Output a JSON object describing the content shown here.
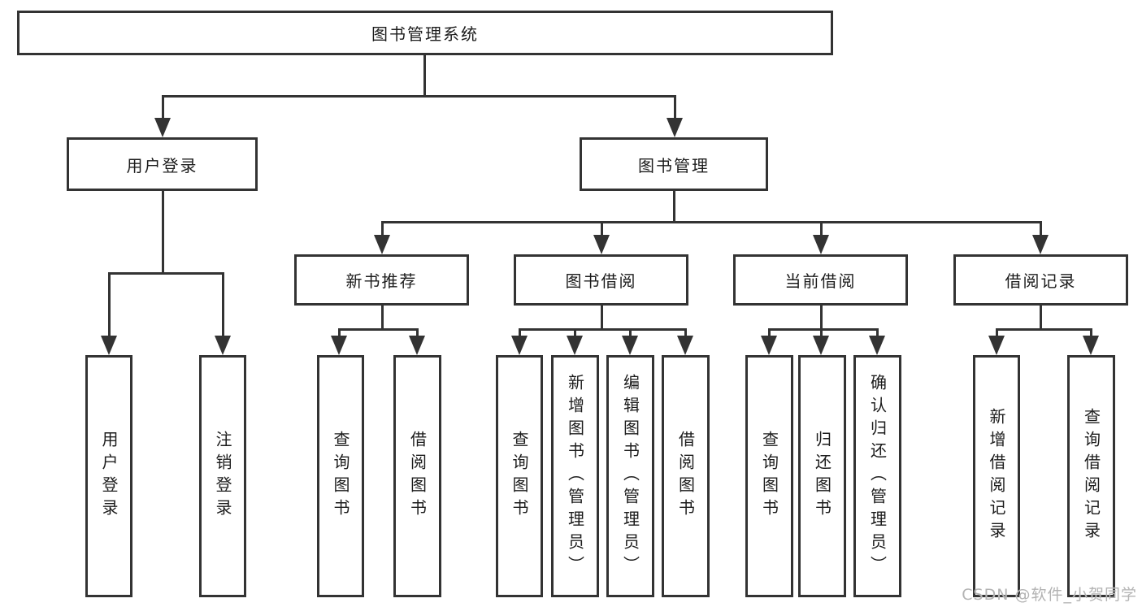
{
  "title": {
    "root": "图书管理系统"
  },
  "level2": {
    "user_login": "用户登录",
    "book_mgmt": "图书管理"
  },
  "level3": {
    "new_book": "新书推荐",
    "book_borrow": "图书借阅",
    "current_borrow": "当前借阅",
    "borrow_records": "借阅记录"
  },
  "leaves": {
    "user_login": [
      "用户登录",
      "注销登录"
    ],
    "new_book": [
      "查询图书",
      "借阅图书"
    ],
    "book_borrow": [
      "查询图书",
      "新增图书（管理员）",
      "编辑图书（管理员）",
      "借阅图书"
    ],
    "current_borrow": [
      "查询图书",
      "归还图书",
      "确认归还（管理员）"
    ],
    "borrow_records": [
      "新增借阅记录",
      "查询借阅记录"
    ]
  },
  "watermark": "CSDN @软件_小贺同学",
  "colors": {
    "line": "#333333",
    "text": "#1c1c1c",
    "watermark": "#b3b3b3",
    "background": "#ffffff"
  }
}
